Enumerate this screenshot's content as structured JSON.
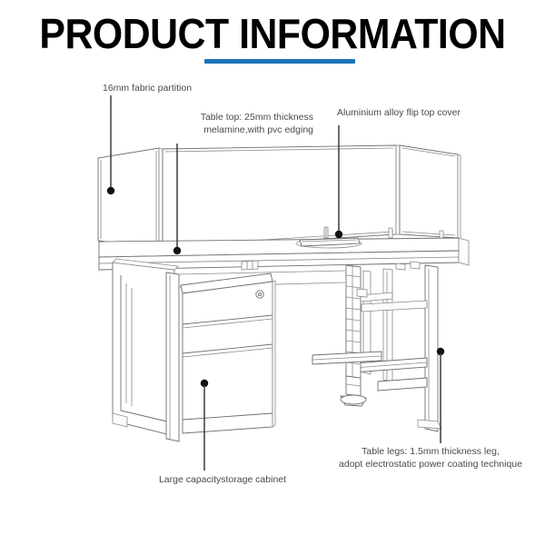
{
  "header": {
    "title": "PRODUCT INFORMATION",
    "rule_color": "#1a75bb"
  },
  "callouts": [
    {
      "id": "partition",
      "label": "16mm fabric partition",
      "anchor": "left-screen-panel"
    },
    {
      "id": "tabletop",
      "label": "Table top: 25mm thickness\nmelamine,with pvc edging",
      "anchor": "desk-top-surface"
    },
    {
      "id": "flip-top",
      "label": "Aluminium alloy flip top cover",
      "anchor": "flip-top-cover"
    },
    {
      "id": "table-legs",
      "label": "Table legs: 1.5mm thickness leg,\nadopt electrostatic power coating technique",
      "anchor": "right-leg-frame"
    },
    {
      "id": "cabinet",
      "label": "Large capacitystorage cabinet",
      "anchor": "drawer-pedestal"
    }
  ],
  "drawing": {
    "name": "office-desk-line-drawing",
    "parts": [
      "left-screen-panel",
      "back-screen-panel",
      "right-screen-panel",
      "desk-top-surface",
      "flip-top-cover",
      "drawer-pedestal",
      "left-leg-frame",
      "right-leg-frame",
      "cpu-holder-rail",
      "leveling-foot",
      "modesty-panel"
    ],
    "line_color": "#6f6f6f",
    "fill_color": "#ffffff"
  }
}
